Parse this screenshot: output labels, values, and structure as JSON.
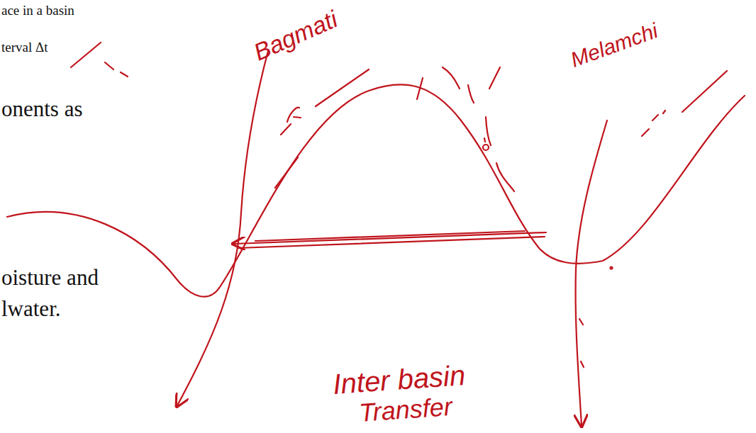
{
  "diagram": {
    "labels": [
      "ace in a basin",
      "terval Δt",
      "onents as",
      "oisture and",
      "lwater.",
      "Bagmati",
      "Melamchi",
      "Inter basin",
      "Transfer"
    ]
  }
}
